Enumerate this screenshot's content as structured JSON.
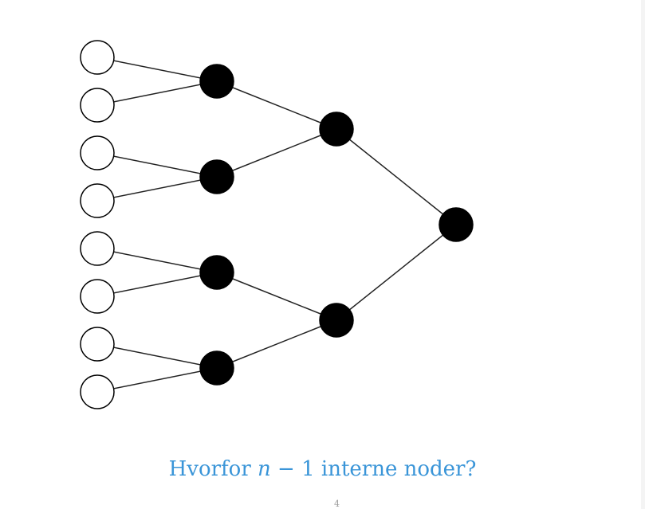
{
  "diagram": {
    "type": "binary-tree",
    "leaves": 8,
    "internal_nodes": 7,
    "leaf_style": "hollow",
    "internal_style": "filled",
    "colors": {
      "line": "#222222",
      "leaf_fill": "#ffffff",
      "internal_fill": "#000000"
    }
  },
  "caption": {
    "before": "Hvorfor ",
    "var": "n",
    "after": " − 1 interne noder?",
    "color": "#3a95d8"
  },
  "page_number": "4"
}
